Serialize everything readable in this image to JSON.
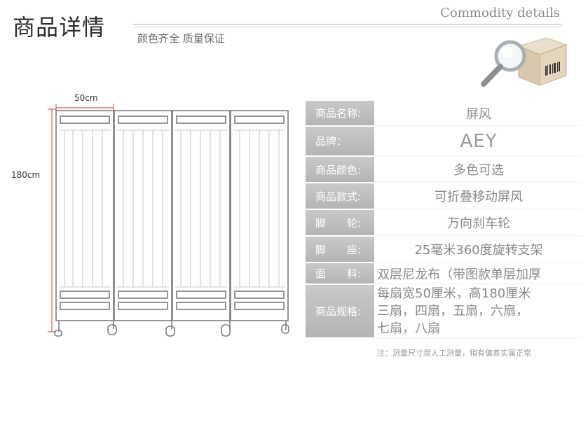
{
  "header": {
    "title": "商品详情",
    "subtitle": "颜色齐全  质量保证",
    "english_title": "Commodity details"
  },
  "drawing": {
    "width_label": "50cm",
    "height_label": "180cm"
  },
  "specs": [
    {
      "label": "商品名称:",
      "value": "屏风"
    },
    {
      "label": "品牌：",
      "value": "AEY"
    },
    {
      "label": "商品颜色:",
      "value": "多色可选"
    },
    {
      "label": "商品款式:",
      "value": "可折叠移动屏风"
    },
    {
      "label": "脚　　轮:",
      "value": "万向刹车轮"
    },
    {
      "label": "脚　　座:",
      "value": "25毫米360度旋转支架"
    },
    {
      "label": "面　　料:",
      "value": "双层尼龙布（带图款单层加厚"
    },
    {
      "label": "商品规格:",
      "value_lines": [
        "每扇宽50厘米，高180厘米",
        "三扇，四扇，五扇，六扇，",
        "七扇，八扇"
      ]
    }
  ],
  "note": "注：测量尺寸是人工测量，稍有偏差实属正常"
}
